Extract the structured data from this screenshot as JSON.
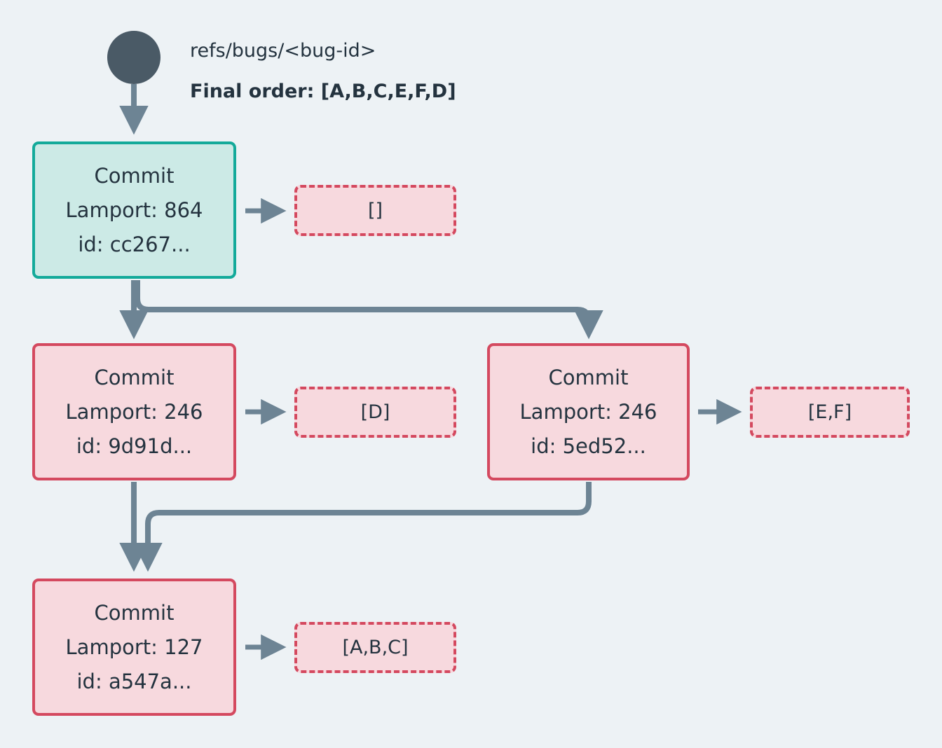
{
  "diagram": {
    "title_ref": "refs/bugs/<bug-id>",
    "final_order": "Final order: [A,B,C,E,F,D]",
    "colors": {
      "background": "#edf2f5",
      "green_border": "#13aa9a",
      "green_fill": "#cceae6",
      "red_border": "#d4495f",
      "red_fill": "#f7d9de",
      "edge": "#6d8494",
      "text": "#24333f",
      "start_dot": "#4a5a66"
    },
    "start_node": {
      "icon": "start-circle",
      "label": ""
    },
    "nodes": [
      {
        "id": "n1",
        "style": "green",
        "line1": "Commit",
        "line2": "Lamport: 864",
        "line3": "id: cc267..."
      },
      {
        "id": "n2",
        "style": "red",
        "line1": "Commit",
        "line2": "Lamport: 246",
        "line3": "id: 9d91d..."
      },
      {
        "id": "n3",
        "style": "red",
        "line1": "Commit",
        "line2": "Lamport: 246",
        "line3": "id: 5ed52..."
      },
      {
        "id": "n4",
        "style": "red",
        "line1": "Commit",
        "line2": "Lamport: 127",
        "line3": "id: a547a..."
      }
    ],
    "ops_boxes": [
      {
        "id": "ops1",
        "label": "[]"
      },
      {
        "id": "ops2",
        "label": "[D]"
      },
      {
        "id": "ops3",
        "label": "[E,F]"
      },
      {
        "id": "ops4",
        "label": "[A,B,C]"
      }
    ]
  }
}
